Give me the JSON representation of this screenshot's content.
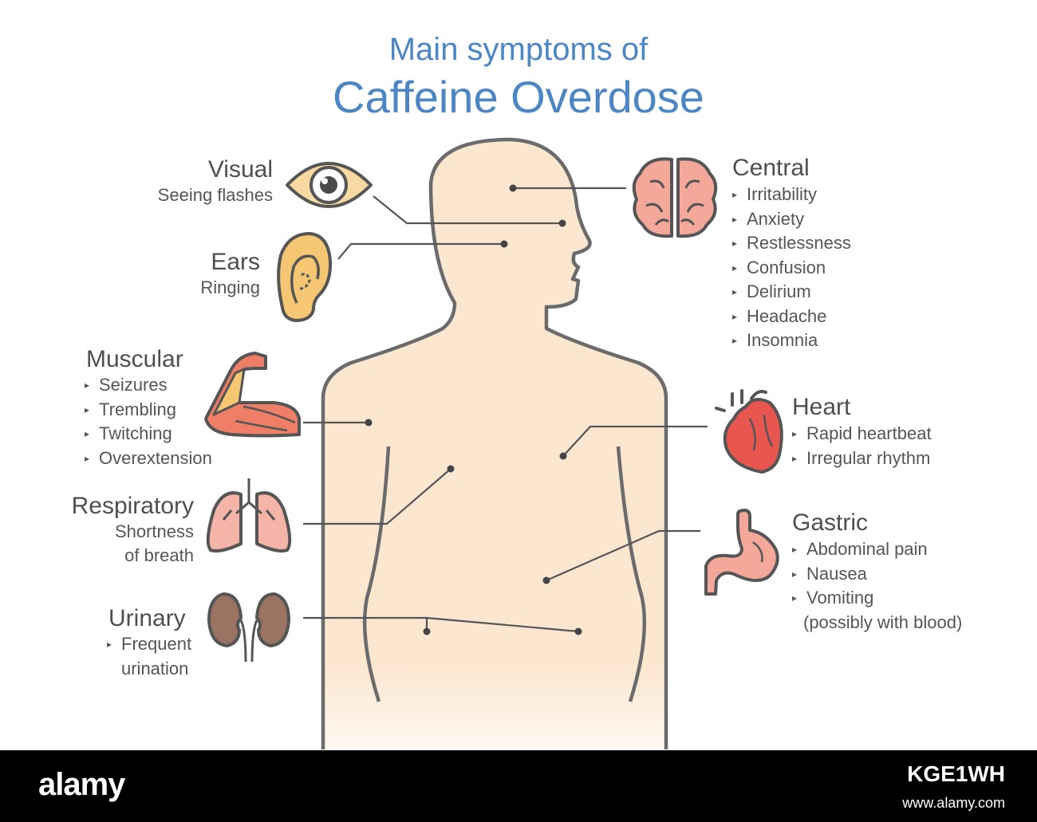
{
  "title": {
    "line1": "Main symptoms of",
    "line2": "Caffeine Overdose"
  },
  "colors": {
    "title": "#4d86c4",
    "body_fill": "#fbe6d0",
    "outline": "#666666",
    "brain": "#f3a89a",
    "heart": "#e8564f",
    "lungs": "#f4b4a8",
    "kidney": "#9b7362",
    "eye": "#f7d9a1",
    "ear": "#f5c773",
    "muscle": "#ee7f66"
  },
  "groups": {
    "visual": {
      "title": "Visual",
      "sub": [
        "Seeing flashes"
      ],
      "icon": "eye-icon"
    },
    "ears": {
      "title": "Ears",
      "sub": [
        "Ringing"
      ],
      "icon": "ear-icon"
    },
    "muscular": {
      "title": "Muscular",
      "items": [
        "Seizures",
        "Trembling",
        "Twitching",
        "Overextension"
      ],
      "icon": "flexed-arm-icon"
    },
    "respiratory": {
      "title": "Respiratory",
      "sub": [
        "Shortness",
        "of breath"
      ],
      "icon": "lungs-icon"
    },
    "urinary": {
      "title": "Urinary",
      "items": [
        "Frequent",
        "urination"
      ],
      "icon": "kidneys-icon"
    },
    "central": {
      "title": "Central",
      "items": [
        "Irritability",
        "Anxiety",
        "Restlessness",
        "Confusion",
        "Delirium",
        "Headache",
        "Insomnia"
      ],
      "icon": "brain-icon"
    },
    "heart": {
      "title": "Heart",
      "items": [
        "Rapid heartbeat",
        "Irregular rhythm"
      ],
      "icon": "heart-icon"
    },
    "gastric": {
      "title": "Gastric",
      "items": [
        "Abdominal pain",
        "Nausea",
        "Vomiting",
        "(possibly with blood)"
      ],
      "icon": "stomach-icon"
    }
  },
  "bullet_glyph": "▸",
  "footer": {
    "brand": "alamy",
    "image_id": "KGE1WH",
    "url": "www.alamy.com"
  }
}
